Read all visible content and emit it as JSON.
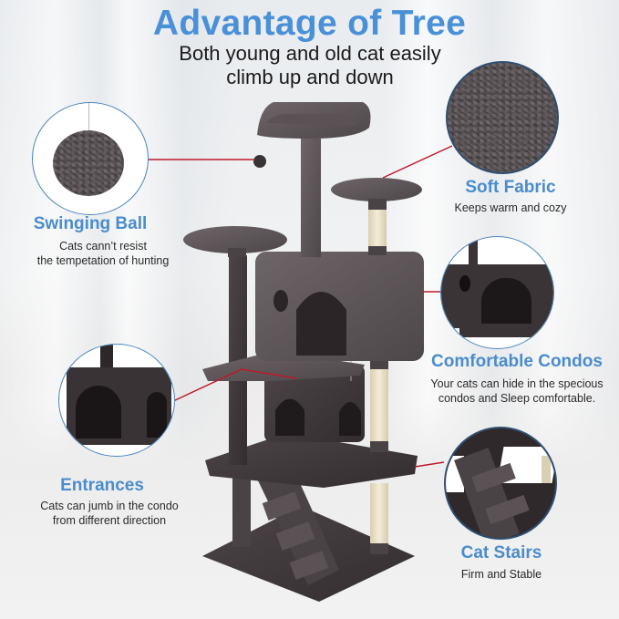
{
  "header": {
    "title": "Advantage of Tree",
    "subtitle_line1": "Both young and old cat easily",
    "subtitle_line2": "climb up and down"
  },
  "features": [
    {
      "id": "swinging-ball",
      "title": "Swinging Ball",
      "desc_line1": "Cats cann’t resist",
      "desc_line2": "the tempetation of hunting"
    },
    {
      "id": "soft-fabric",
      "title": "Soft Fabric",
      "desc_line1": "Keeps warm and cozy",
      "desc_line2": ""
    },
    {
      "id": "comfortable-condos",
      "title": "Comfortable Condos",
      "desc_line1": "Your cats can hide in the specious",
      "desc_line2": "condos and Sleep comfortable."
    },
    {
      "id": "entrances",
      "title": "Entrances",
      "desc_line1": "Cats can jumb in the condo",
      "desc_line2": "from different direction"
    },
    {
      "id": "cat-stairs",
      "title": "Cat Stairs",
      "desc_line1": "Firm and Stable",
      "desc_line2": ""
    }
  ],
  "colors": {
    "title_blue": "#4a90d9",
    "feature_blue": "#4a8ccc",
    "circle_border": "#4a85c0",
    "callout_red": "#c0182a",
    "plush_gray": "#5a5356",
    "sisal": "#efe6cc"
  }
}
